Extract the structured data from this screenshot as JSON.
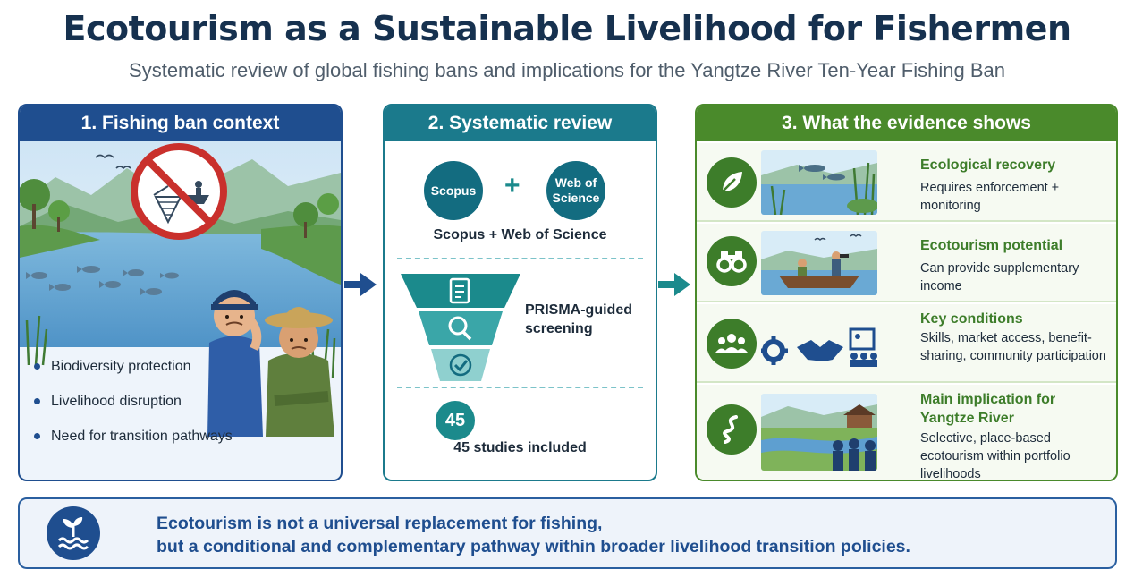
{
  "title": "Ecotourism as a Sustainable Livelihood for Fishermen",
  "subtitle": "Systematic review of global fishing bans and implications for the Yangtze River Ten-Year Fishing Ban",
  "colors": {
    "panel1": "#1f4e8f",
    "panel2": "#1b7a8c",
    "panel3": "#4a8a2b",
    "title": "#16314f"
  },
  "panel1": {
    "heading": "1. Fishing ban context",
    "bullets": [
      "Biodiversity protection",
      "Livelihood disruption",
      "Need for transition pathways"
    ],
    "icons": [
      "no-fishing-icon",
      "worried-fishermen-illustration"
    ]
  },
  "panel2": {
    "heading": "2. Systematic review",
    "databases": [
      "Scopus",
      "Web of Science"
    ],
    "db_caption": "Scopus + Web of Science",
    "screening": "PRISMA-guided screening",
    "count": "45",
    "count_caption": "45 studies included",
    "icons": [
      "document-icon",
      "magnifier-icon",
      "check-icon"
    ]
  },
  "panel3": {
    "heading": "3. What the evidence shows",
    "rows": [
      {
        "title": "Ecological recovery",
        "text": "Requires enforcement + monitoring",
        "icon": "leaf-icon"
      },
      {
        "title": "Ecotourism potential",
        "text": "Can provide supplementary income",
        "icon": "binoculars-icon"
      },
      {
        "title": "Key conditions",
        "text": "Skills, market access, benefit-sharing, community participation",
        "icon": "community-icon"
      },
      {
        "title": "Main implication for Yangtze River",
        "text": "Selective, place-based ecotourism within portfolio livelihoods",
        "icon": "river-icon"
      }
    ]
  },
  "conclusion": {
    "line1": "Ecotourism is not a universal replacement for fishing,",
    "line2": "but a conditional and complementary pathway within broader livelihood transition policies.",
    "icon": "sprout-water-icon"
  }
}
